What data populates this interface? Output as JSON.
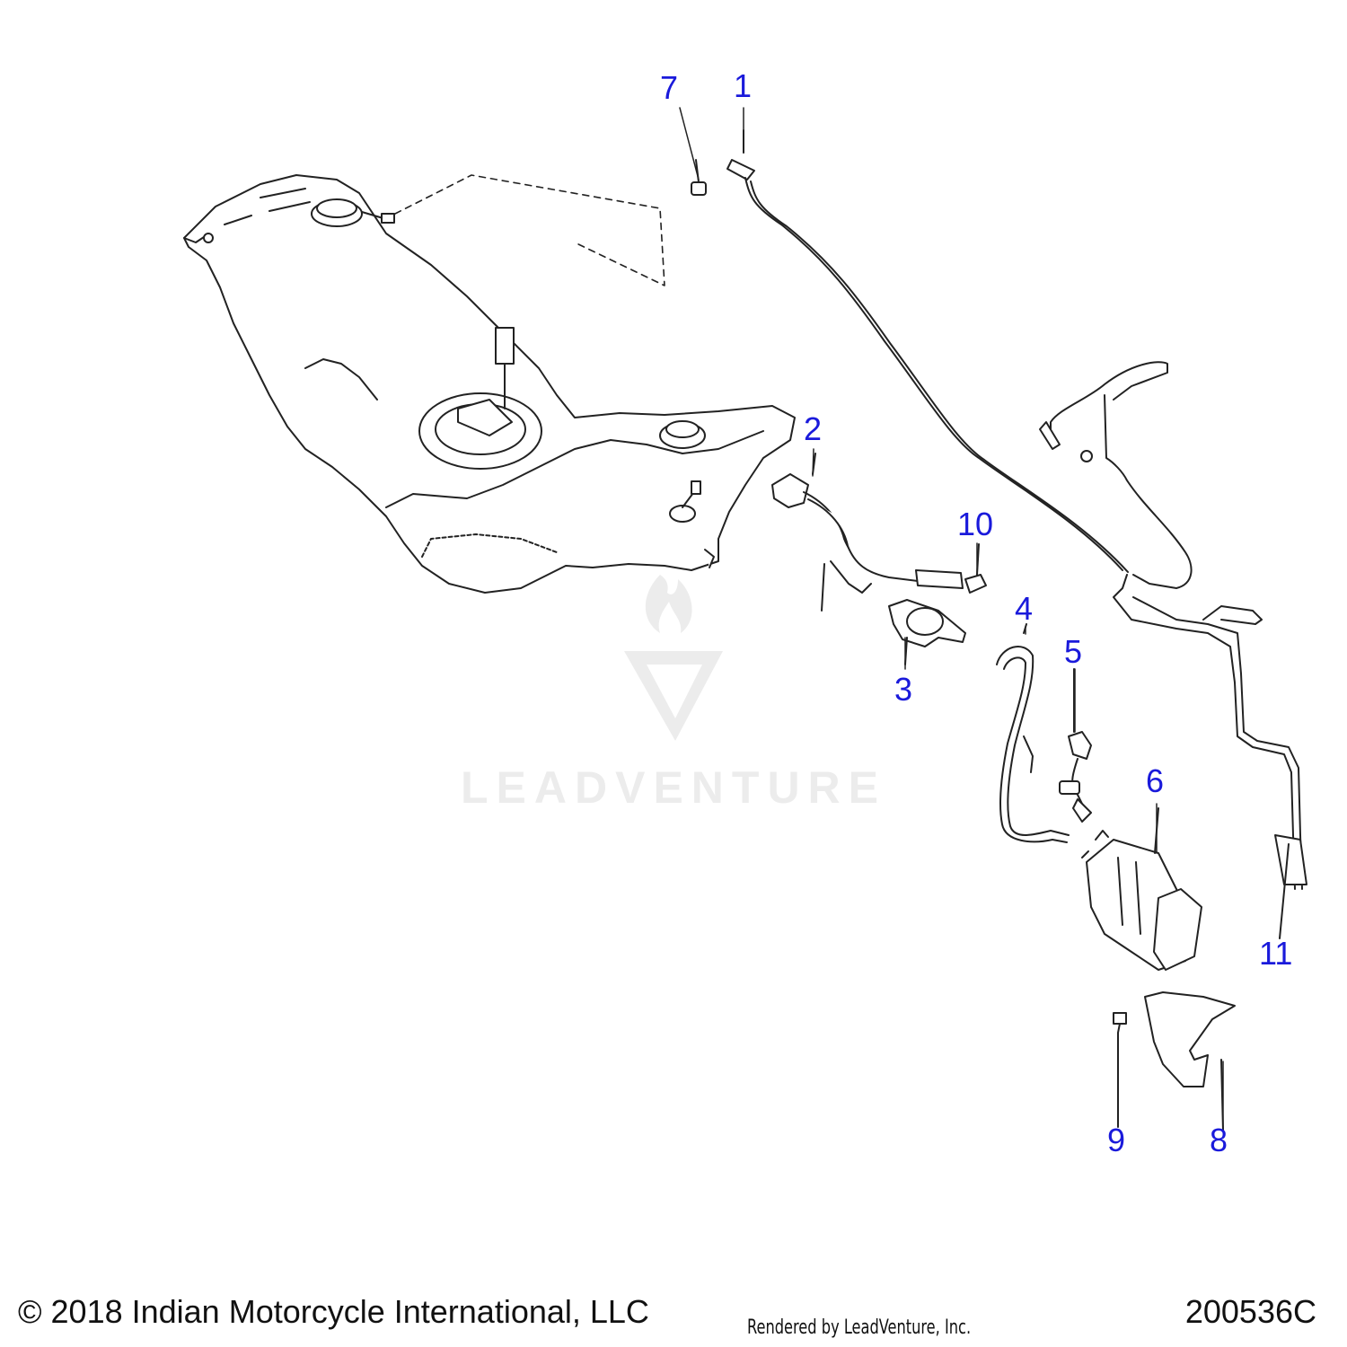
{
  "callouts": [
    {
      "id": "1",
      "label": "1"
    },
    {
      "id": "2",
      "label": "2"
    },
    {
      "id": "3",
      "label": "3"
    },
    {
      "id": "4",
      "label": "4"
    },
    {
      "id": "5",
      "label": "5"
    },
    {
      "id": "6",
      "label": "6"
    },
    {
      "id": "7",
      "label": "7"
    },
    {
      "id": "8",
      "label": "8"
    },
    {
      "id": "9",
      "label": "9"
    },
    {
      "id": "10",
      "label": "10"
    },
    {
      "id": "11",
      "label": "11"
    }
  ],
  "footer": {
    "copyright": "© 2018 Indian Motorcycle International, LLC",
    "rendered_by": "Rendered by LeadVenture, Inc.",
    "diagram_number": "200536C"
  },
  "watermark": {
    "text": "LEADVENTURE"
  },
  "colors": {
    "callout": "#1a1adb",
    "line_art": "#222222",
    "watermark": "#ececec"
  }
}
